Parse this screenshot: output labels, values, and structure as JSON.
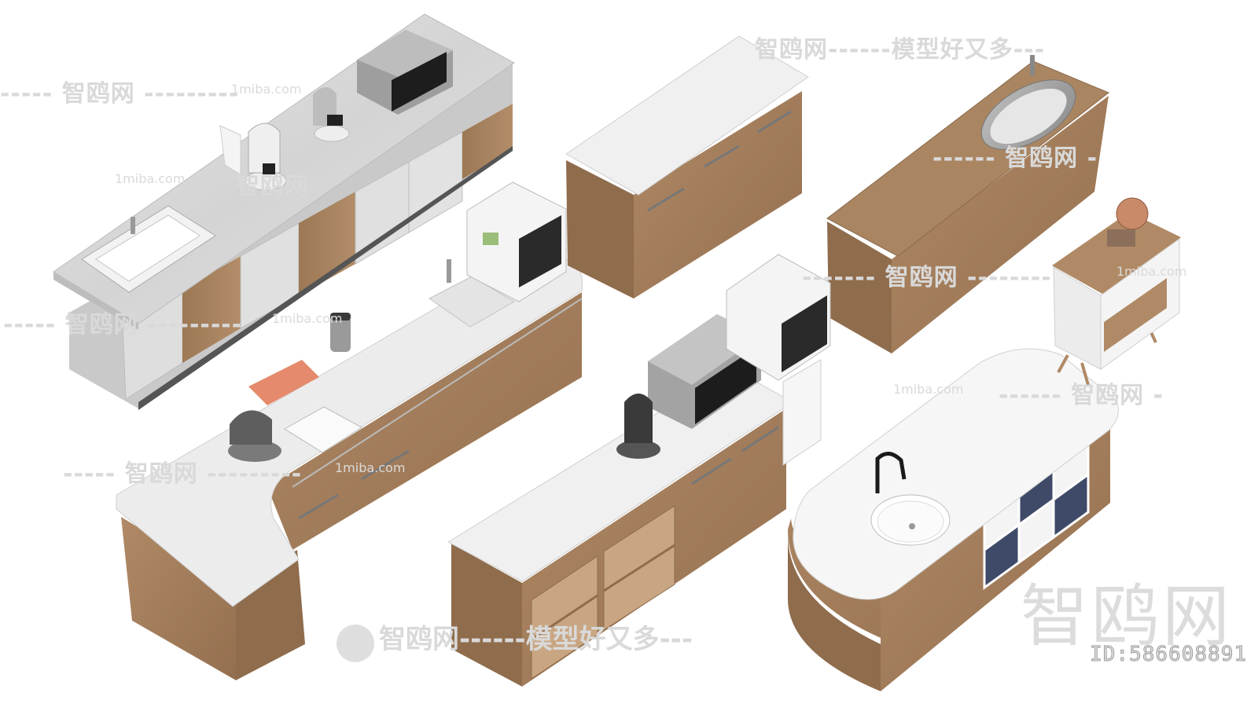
{
  "watermarks": {
    "site_cn": "智鸥网",
    "slogan": "智鸥网------模型好又多---",
    "slogan_top": "智鸥网------模型好又多---",
    "dashed_left": "----- 智鸥网 ---------",
    "dashed_mid": "------- 智鸥网 --------",
    "dashed_right": "------ 智鸥网 -",
    "url": "1miba.com",
    "large": "智鸥网",
    "id_label": "ID:586608891"
  },
  "colors": {
    "wood": "#a47f5c",
    "wood_dark": "#8a6a4b",
    "counter_top": "#eeeeee",
    "counter_edge": "#cfcfcf",
    "marble": "#dcdcdc",
    "white_cab": "#e2e2e2"
  },
  "objects": [
    "kitchen-counter-marble-with-microwave-and-coffee-makers",
    "l-shaped-counter-with-sink-and-coffee-machine",
    "wooden-island-cabinet-white-top",
    "wooden-cabinet-with-steel-sink",
    "counter-with-microwave-water-dispenser-and-open-shelves",
    "oval-island-with-round-sink-and-cubby-shelves",
    "small-side-cabinet-with-decor"
  ]
}
